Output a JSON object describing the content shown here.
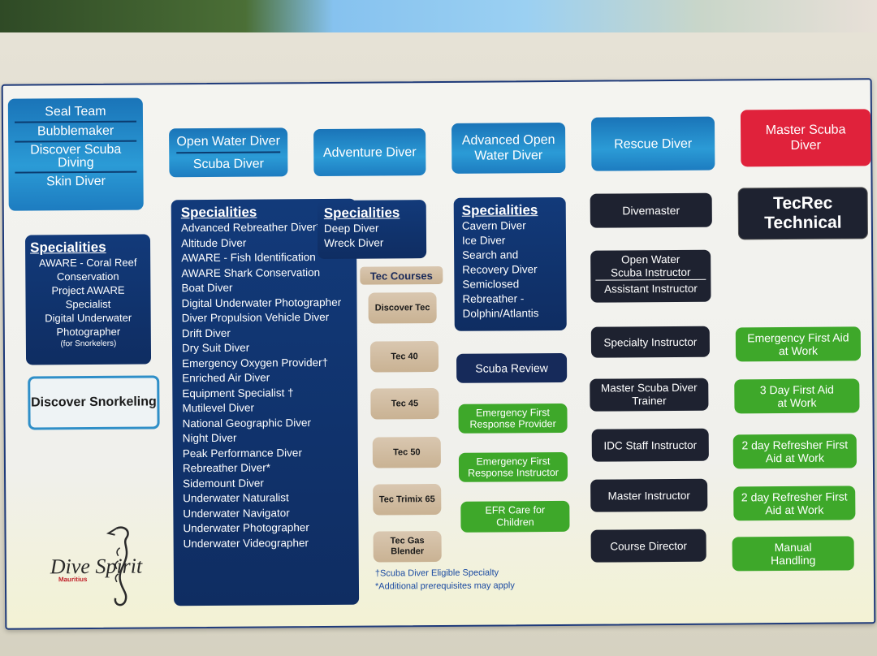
{
  "col1": {
    "stack": [
      "Seal Team",
      "Bubblemaker",
      "Discover Scuba Diving",
      "Skin Diver"
    ],
    "specialities_title": "Specialities",
    "specialities": [
      "AWARE - Coral Reef Conservation",
      "Project AWARE Specialist",
      "Digital Underwater Photographer",
      "(for Snorkelers)"
    ],
    "discover_snorkeling": "Discover Snorkeling"
  },
  "col2": {
    "header": [
      "Open Water Diver",
      "Scuba Diver"
    ],
    "specialities_title": "Specialities",
    "specialities": [
      "Advanced Rebreather Diver*",
      "Altitude Diver",
      "AWARE - Fish Identification",
      "AWARE Shark Conservation",
      "Boat Diver",
      "Digital Underwater Photographer",
      "Diver Propulsion Vehicle Diver",
      "Drift Diver",
      "Dry Suit Diver",
      "Emergency Oxygen Provider†",
      "Enriched Air Diver",
      "Equipment Specialist †",
      "Mutilevel Diver",
      "National Geographic Diver",
      "Night Diver",
      "Peak Performance Diver",
      "Rebreather Diver*",
      "Sidemount Diver",
      "Underwater Naturalist",
      "Underwater Navigator",
      "Underwater Photographer",
      "Underwater Videographer"
    ]
  },
  "col3": {
    "header": "Adventure Diver",
    "specialities_title": "Specialities",
    "specialities": [
      "Deep Diver",
      "Wreck Diver"
    ],
    "tec_title": "Tec Courses",
    "tec": [
      "Discover Tec",
      "Tec 40",
      "Tec 45",
      "Tec 50",
      "Tec Trimix 65",
      "Tec Gas Blender"
    ],
    "notes": [
      "†Scuba Diver Eligible Specialty",
      "*Additional prerequisites may apply"
    ]
  },
  "col4": {
    "header": "Advanced Open Water Diver",
    "specialities_title": "Specialities",
    "specialities": [
      "Cavern Diver",
      "Ice Diver",
      "Search and Recovery Diver",
      "Semiclosed Rebreather - Dolphin/Atlantis"
    ],
    "scuba_review": "Scuba Review",
    "green": [
      "Emergency First Response Provider",
      "Emergency First Response Instructor",
      "EFR Care for Children"
    ]
  },
  "col5": {
    "header": "Rescue Diver",
    "items": [
      "Divemaster",
      "Open Water Scuba Instructor",
      "Assistant Instructor",
      "Specialty Instructor",
      "Master Scuba Diver Trainer",
      "IDC Staff Instructor",
      "Master Instructor",
      "Course Director"
    ]
  },
  "col6": {
    "header": "Master Scuba Diver",
    "tecrec": [
      "TecRec",
      "Technical"
    ],
    "green": [
      "Emergency First Aid at Work",
      "3 Day First Aid at Work",
      "2 day Refresher First Aid at Work",
      "2 day Refresher First Aid at Work",
      "Manual Handling"
    ]
  },
  "logo": {
    "name": "Dive Spirit",
    "place": "Mauritius"
  },
  "colors": {
    "blue": "#2b9bd6",
    "navy": "#123a7a",
    "dark": "#1e2230",
    "green": "#3ea82a",
    "red": "#e0223b",
    "tan": "#c9b293"
  }
}
